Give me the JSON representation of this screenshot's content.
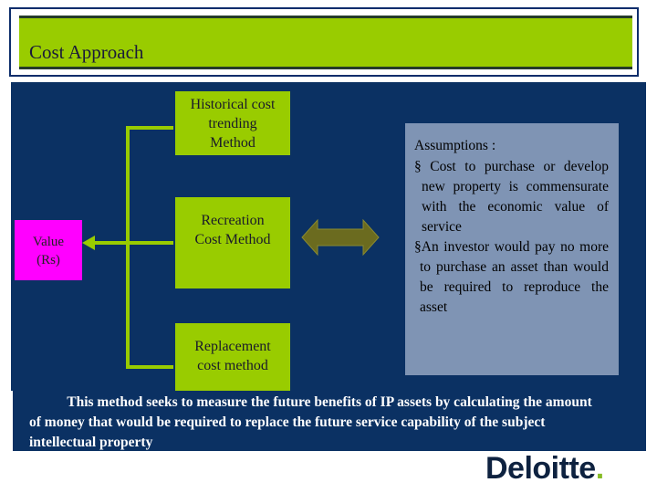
{
  "title": "Cost Approach",
  "value_box": {
    "line1": "Value",
    "line2": "(Rs)"
  },
  "methods": [
    {
      "lines": [
        "Historical cost",
        "trending",
        "Method"
      ]
    },
    {
      "lines": [
        "Recreation",
        "Cost Method"
      ]
    },
    {
      "lines": [
        "Replacement",
        "cost method"
      ]
    }
  ],
  "assumptions": {
    "heading": "Assumptions :",
    "bullet1": "§  Cost to purchase or develop new property is commensurate with the economic value of service",
    "bullet2": "§An investor would pay no more to purchase an asset than would be required to reproduce the asset"
  },
  "description": {
    "line1": "This method seeks to measure the future benefits of IP assets by calculating the amount",
    "line2": "of money that would be required to replace the future service capability of the subject",
    "line3": "intellectual property"
  },
  "logo": {
    "text": "Deloitte",
    "dot": "."
  },
  "colors": {
    "navy": "#0b3163",
    "green": "#99cc00",
    "magenta": "#ff00ff",
    "arrow": "#6b6b1f",
    "slate": "#7f94b4"
  }
}
